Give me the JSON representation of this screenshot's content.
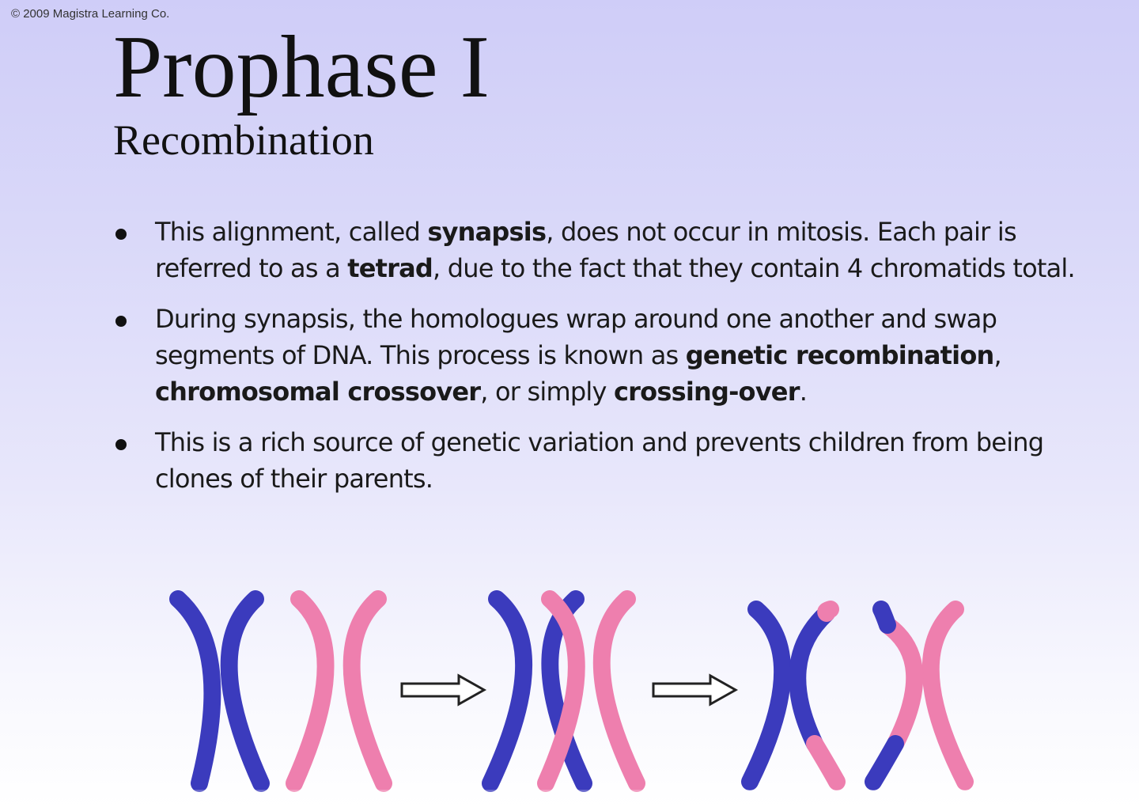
{
  "copyright": "© 2009 Magistra Learning Co.",
  "title": "Prophase I",
  "subtitle": "Recombination",
  "bullets": [
    {
      "parts": [
        {
          "text": "This alignment, called ",
          "bold": false
        },
        {
          "text": "synapsis",
          "bold": true
        },
        {
          "text": ", does not occur in mitosis. Each pair is referred to as a ",
          "bold": false
        },
        {
          "text": "tetrad",
          "bold": true
        },
        {
          "text": ", due to the fact that they contain 4 chromatids total.",
          "bold": false
        }
      ]
    },
    {
      "parts": [
        {
          "text": "During synapsis, the homologues wrap around one another and swap segments of DNA. This process is known as ",
          "bold": false
        },
        {
          "text": "genetic recombination",
          "bold": true
        },
        {
          "text": ", ",
          "bold": false
        },
        {
          "text": "chromosomal crossover",
          "bold": true
        },
        {
          "text": ", or simply ",
          "bold": false
        },
        {
          "text": "crossing-over",
          "bold": true
        },
        {
          "text": ".",
          "bold": false
        }
      ]
    },
    {
      "parts": [
        {
          "text": "This is a rich source of genetic variation and prevents children from being clones of their parents.",
          "bold": false
        }
      ]
    }
  ],
  "colors": {
    "maternal_chromosome": "#3b3bbd",
    "paternal_chromosome": "#ee7fae",
    "arrow_outline": "#222222"
  },
  "diagram": {
    "stages": [
      "separate homologues",
      "synapsis",
      "recombined chromosomes"
    ],
    "icons": [
      "right-arrow-icon",
      "right-arrow-icon"
    ]
  }
}
